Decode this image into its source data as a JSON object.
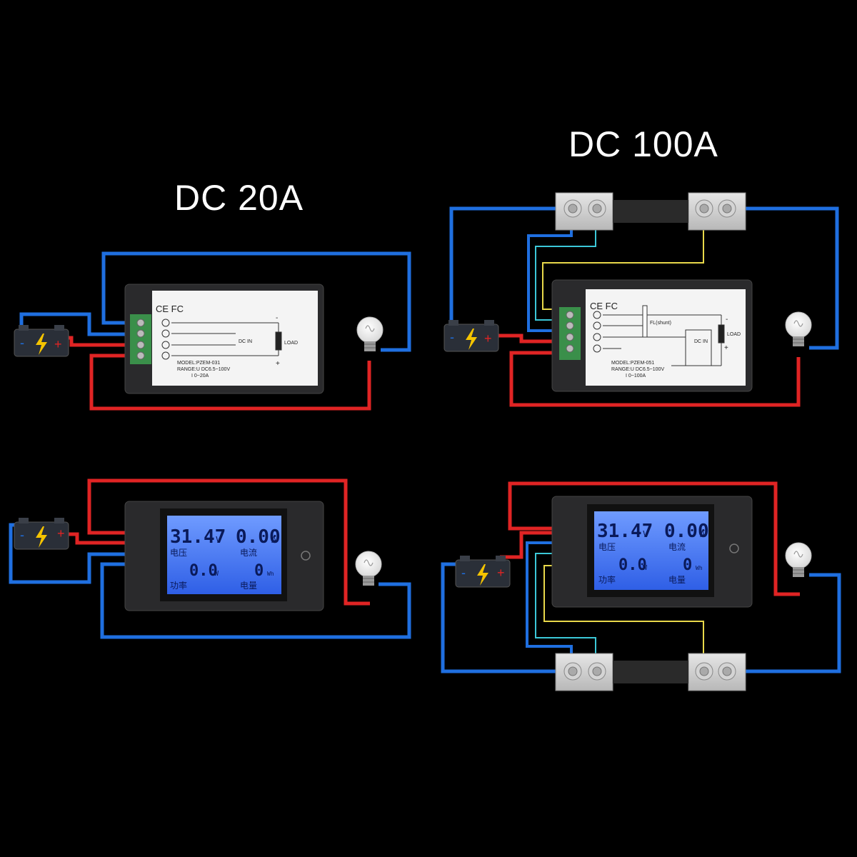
{
  "titles": {
    "dc20": "DC 20A",
    "dc100": "DC 100A"
  },
  "label_20": {
    "marks": "CE FC",
    "dc_in": "DC IN",
    "load": "LOAD",
    "model": "MODEL:PZEM-031",
    "range_u": "RANGE:U DC6.5~100V",
    "range_i": "I  0~20A",
    "minus": "-",
    "plus": "+"
  },
  "label_100": {
    "marks": "CE FC",
    "shunt": "FL(shunt)",
    "dc_in": "DC IN",
    "load": "LOAD",
    "model": "MODEL:PZEM-051",
    "range_u": "RANGE:U DC6.5~100V",
    "range_i": "I  0~100A",
    "minus": "-",
    "plus": "+"
  },
  "lcd": {
    "voltage": "31.47",
    "voltage_unit": "V",
    "voltage_label": "电压",
    "current": "0.00",
    "current_unit": "A",
    "current_label": "电流",
    "power": "0.0",
    "power_unit": "W",
    "power_label": "功率",
    "energy": "0",
    "energy_unit": "Wh",
    "energy_label": "电量"
  },
  "battery": {
    "minus": "-",
    "plus": "+"
  },
  "colors": {
    "wire_blue": "#1f6fe0",
    "wire_red": "#e02424",
    "wire_cyan": "#3cc8d8",
    "wire_yellow": "#e8d84a",
    "lcd_blue": "#3a6df0",
    "lcd_text": "#0a1a5a"
  },
  "icons": [
    "battery-icon",
    "lightning-icon",
    "light-bulb-icon",
    "screw-terminal-icon",
    "shunt-icon"
  ]
}
